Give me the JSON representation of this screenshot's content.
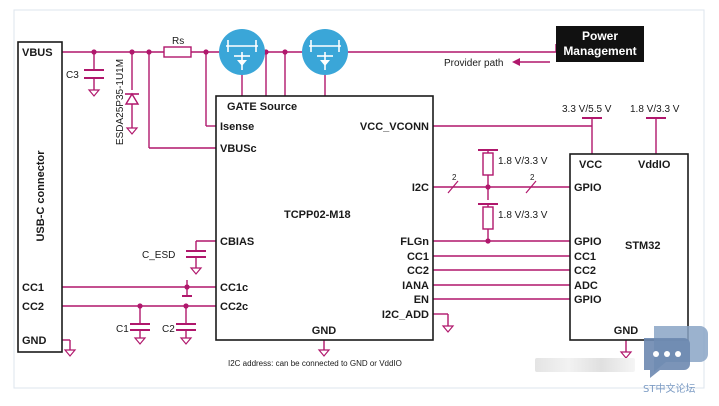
{
  "colors": {
    "wire": "#b0176c",
    "box": "#1a1a1a",
    "mosfet": "#3aa6d8",
    "pm_box": "#111111",
    "pm_text": "#ffffff"
  },
  "connector": {
    "title": "USB-C connector",
    "vbus": "VBUS",
    "cc1": "CC1",
    "cc2": "CC2",
    "gnd": "GND"
  },
  "parts": {
    "c3": "C3",
    "tvs": "ESDA25P35-1U1M",
    "rs": "Rs",
    "c_esd": "C_ESD",
    "c1": "C1",
    "c2": "C2"
  },
  "power": {
    "box_line1": "Power",
    "box_line2": "Management",
    "provider": "Provider path"
  },
  "tcpp": {
    "name": "TCPP02-M18",
    "pins": {
      "gate_source": "GATE Source",
      "isense": "Isense",
      "vbusc": "VBUSc",
      "cbias": "CBIAS",
      "cc1c": "CC1c",
      "cc2c": "CC2c",
      "gnd": "GND",
      "vcc_vconn": "VCC_VCONN",
      "i2c": "I2C",
      "flgn": "FLGn",
      "cc1": "CC1",
      "cc2": "CC2",
      "iana": "IANA",
      "en": "EN",
      "i2c_add": "I2C_ADD"
    }
  },
  "stm32": {
    "name": "STM32",
    "pins": {
      "vcc": "VCC",
      "vddio": "VddIO",
      "gpio1": "GPIO",
      "gpio2": "GPIO",
      "cc1": "CC1",
      "cc2": "CC2",
      "adc": "ADC",
      "gpio3": "GPIO",
      "gnd": "GND"
    }
  },
  "rails": {
    "vcc_rail": "3.3 V/5.5 V",
    "vddio_rail": "1.8 V/3.3 V",
    "pullup_i2c": "1.8 V/3.3 V",
    "pullup_flg": "1.8 V/3.3 V"
  },
  "bus": {
    "width_a": "2",
    "width_b": "2"
  },
  "footnote": "I2C address: can be connected to GND or VddIO",
  "watermark": "ST中文论坛"
}
